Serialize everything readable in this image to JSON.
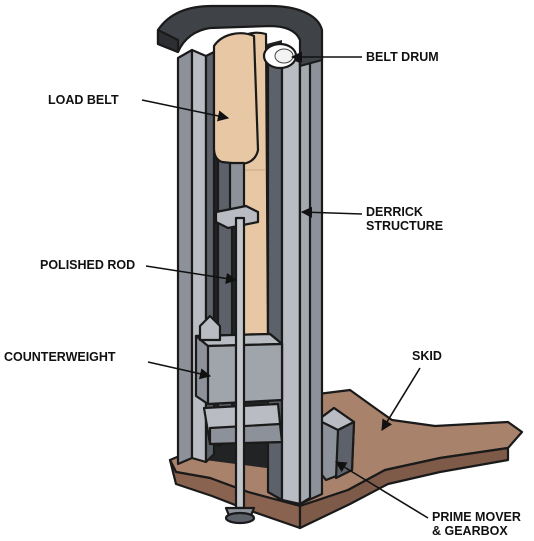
{
  "labels": {
    "belt_drum": "BELT DRUM",
    "load_belt": "LOAD BELT",
    "derrick_1": "DERRICK",
    "derrick_2": "STRUCTURE",
    "polished_rod": "POLISHED ROD",
    "counterweight": "COUNTERWEIGHT",
    "skid": "SKID",
    "prime_mover_1": "PRIME MOVER",
    "prime_mover_2": "& GEARBOX"
  },
  "colors": {
    "steel_light": "#b9bcc2",
    "steel_mid": "#8d9199",
    "steel_dark": "#5d616a",
    "belt": "#e8c8a4",
    "skid": "#9a735e",
    "skid_top": "#a9826c",
    "cap": "#3f4247",
    "interior": "#222325",
    "outline": "#1a1a1a"
  }
}
